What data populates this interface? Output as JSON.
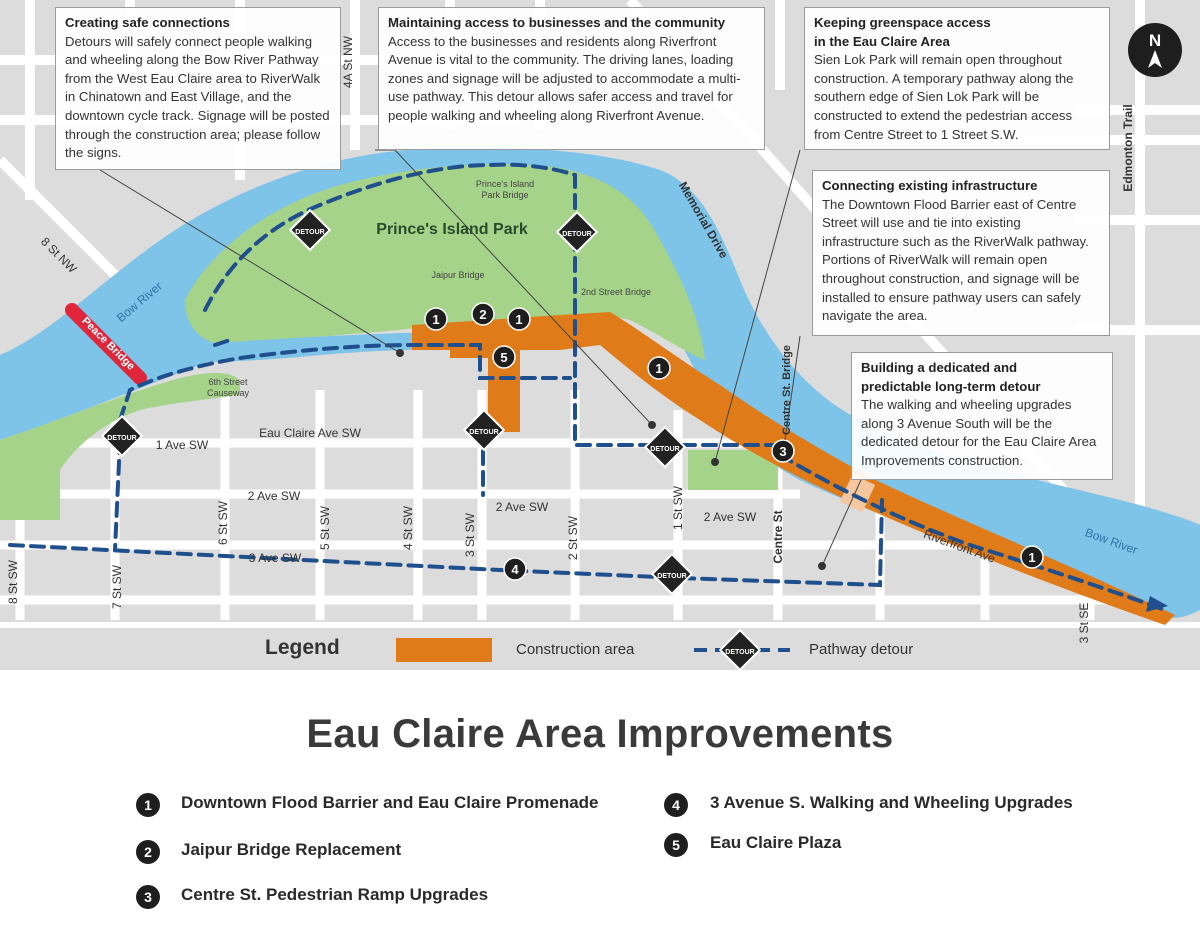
{
  "compass": "N",
  "callouts": {
    "safe_connections": {
      "title": "Creating safe connections",
      "body": "Detours will safely connect people walking and wheeling along the Bow River Pathway from the West Eau Claire area to RiverWalk in Chinatown and East Village, and the downtown cycle track. Signage will be posted through the construction area; please follow the signs."
    },
    "access_businesses": {
      "title": "Maintaining access to businesses and the community",
      "body": "Access to the businesses and residents along Riverfront Avenue is vital to the community. The driving lanes, loading zones and signage will be adjusted to accommodate a multi-use pathway. This detour allows safer access and travel for people walking and wheeling along Riverfront Avenue."
    },
    "greenspace": {
      "title_line1": "Keeping greenspace access",
      "title_line2": "in the Eau Claire Area",
      "body": "Sien Lok Park will remain open throughout construction. A temporary pathway along the southern edge of Sien Lok Park will be constructed to extend the pedestrian access from Centre Street to 1 Street S.W."
    },
    "infrastructure": {
      "title": "Connecting existing infrastructure",
      "body": "The Downtown Flood Barrier east of Centre Street will use and tie into existing infrastructure such as the RiverWalk pathway. Portions of RiverWalk will remain open throughout construction, and signage will be installed to ensure pathway users can safely navigate the area."
    },
    "long_term_detour": {
      "title_line1": "Building a dedicated and",
      "title_line2": "predictable long-term detour",
      "body": "The walking and wheeling upgrades along 3 Avenue South will be the dedicated detour for the Eau Claire Area Improvements construction."
    }
  },
  "map_labels": {
    "park": "Prince's Island Park",
    "bow_river_west": "Bow River",
    "bow_river_east": "Bow River",
    "peace_bridge": "Peace Bridge",
    "princes_island_bridge_1": "Prince's Island",
    "princes_island_bridge_2": "Park Bridge",
    "jaipur_bridge": "Jaipur Bridge",
    "second_street_bridge": "2nd Street Bridge",
    "sixth_street_causeway_1": "6th Street",
    "sixth_street_causeway_2": "Causeway",
    "memorial_drive": "Memorial Drive",
    "edmonton_trail": "Edmonton Trail",
    "centre_st_bridge": "Centre St. Bridge",
    "riverfront_ave": "Riverfront Ave",
    "eau_claire_ave": "Eau Claire Ave SW",
    "first_ave": "1 Ave SW",
    "second_ave_w": "2 Ave SW",
    "second_ave_m": "2 Ave SW",
    "second_ave_e": "2 Ave SW",
    "third_ave": "3 Ave SW",
    "eighth_st_nw": "8 St NW",
    "fourth_a_st_nw": "4A St NW",
    "eighth_st_sw": "8 St SW",
    "seventh_st_sw": "7 St SW",
    "sixth_st_sw": "6 St SW",
    "fifth_st_sw": "5 St SW",
    "fourth_st_sw": "4 St SW",
    "third_st_sw": "3 St SW",
    "second_st_sw": "2 St SW",
    "first_st_sw": "1 St SW",
    "centre_st": "Centre St",
    "third_st_se": "3 St SE",
    "detour_sign": "DETOUR"
  },
  "markers": [
    "1",
    "2",
    "1",
    "5",
    "1",
    "3",
    "4",
    "1"
  ],
  "legend": {
    "title": "Legend",
    "construction": "Construction area",
    "detour": "Pathway detour"
  },
  "title": "Eau Claire Area Improvements",
  "projects": [
    {
      "num": "1",
      "label": "Downtown Flood Barrier and Eau Claire Promenade"
    },
    {
      "num": "2",
      "label": "Jaipur Bridge Replacement"
    },
    {
      "num": "3",
      "label": "Centre St. Pedestrian Ramp Upgrades"
    },
    {
      "num": "4",
      "label": "3 Avenue S. Walking and Wheeling Upgrades"
    },
    {
      "num": "5",
      "label": "Eau Claire Plaza"
    }
  ],
  "colors": {
    "river": "#7ec3e8",
    "park": "#a6d38a",
    "construction": "#e07b1a",
    "detour": "#1f4f8c",
    "peace_bridge": "#e0263b",
    "road": "#ffffff",
    "block": "#dedede"
  }
}
